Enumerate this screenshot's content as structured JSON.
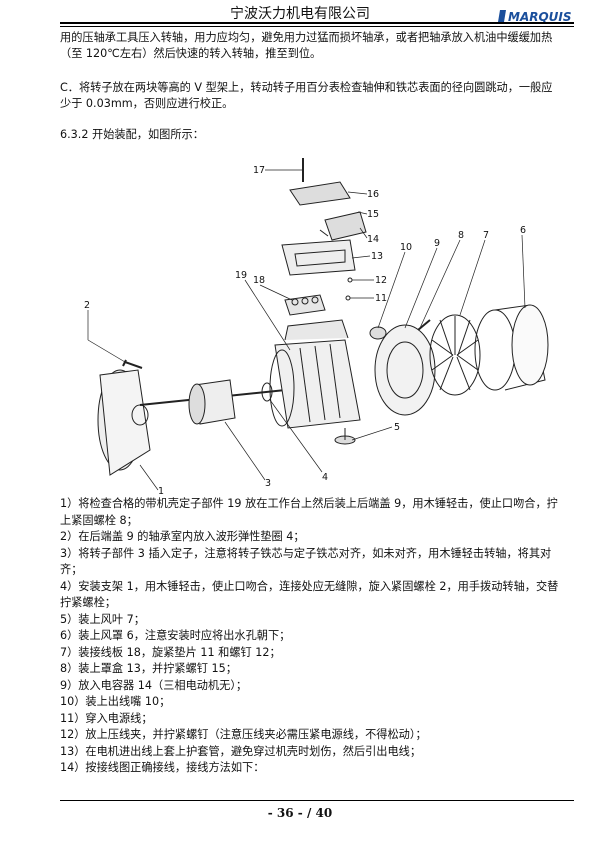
{
  "header": {
    "company": "宁波沃力机电有限公司",
    "logo_text": "MARQUIS",
    "logo_color": "#1b4f9c"
  },
  "intro": {
    "para1": "用的压轴承工具压入转轴，用力应均匀，避免用力过猛而损坏轴承，或者把轴承放入机油中缓缓加热（至 120℃左右）然后快速的转入转轴，推至到位。",
    "para2": "C．将转子放在两块等高的 V 型架上，转动转子用百分表检查轴伸和铁芯表面的径向圆跳动，一般应少于 0.03mm，否则应进行校正。"
  },
  "section": {
    "title": "6.3.2  开始装配，如图所示："
  },
  "figure": {
    "callouts": [
      "1",
      "2",
      "3",
      "4",
      "5",
      "6",
      "7",
      "8",
      "9",
      "10",
      "11",
      "12",
      "13",
      "14",
      "15",
      "16",
      "17",
      "18",
      "19"
    ]
  },
  "steps": [
    "1）将检查合格的带机壳定子部件 19 放在工作台上然后装上后端盖 9，用木锤轻击，使止口吻合，拧上紧固螺栓 8；",
    "2）在后端盖 9 的轴承室内放入波形弹性垫圈 4；",
    "3）将转子部件 3 插入定子，注意将转子铁芯与定子铁芯对齐，如未对齐，用木锤轻击转轴，将其对齐；",
    "4）安装支架 1，用木锤轻击，使止口吻合，连接处应无缝隙，旋入紧固螺栓 2，用手拨动转轴，交替拧紧螺栓；",
    "5）装上风叶 7；",
    "6）装上风罩 6，注意安装时应将出水孔朝下；",
    "7）装接线板 18，旋紧垫片 11 和螺钉 12；",
    "8）装上罩盒 13，并拧紧螺钉 15；",
    "9）放入电容器 14（三相电动机无）；",
    "10）装上出线嘴 10；",
    "11）穿入电源线；",
    "12）放上压线夹，并拧紧螺钉（注意压线夹必需压紧电源线，不得松动）；",
    "13）在电机进出线上套上护套管，避免穿过机壳时划伤，然后引出电线；",
    "14）按接线图正确接线，接线方法如下："
  ],
  "footer": {
    "page": "- 36 - / 40"
  }
}
